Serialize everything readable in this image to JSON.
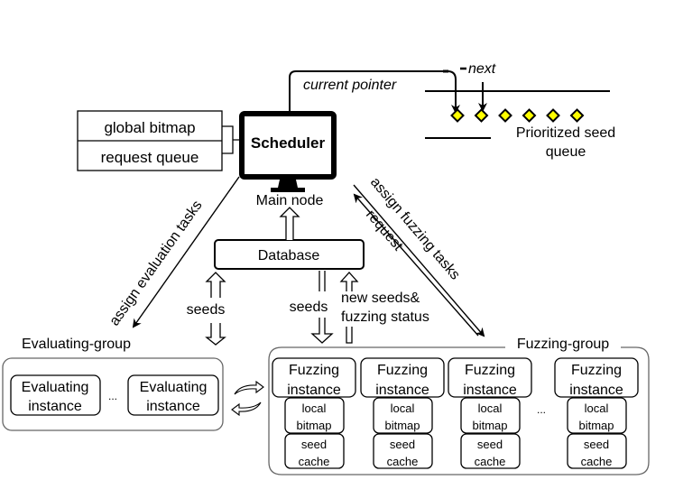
{
  "scheduler": {
    "label": "Scheduler",
    "caption": "Main node",
    "side_boxes": [
      "global bitmap",
      "request queue"
    ]
  },
  "pointer": {
    "current_label": "current pointer",
    "next_label": "next"
  },
  "seed_queue": {
    "label_line1": "Prioritized seed",
    "label_line2": "queue",
    "seed_count": 6,
    "seed_color": "#ffff00"
  },
  "database": {
    "label": "Database"
  },
  "edges": {
    "assign_eval": "assign evaluation tasks",
    "assign_fuzz": "assign fuzzing tasks",
    "request": "request",
    "seeds_left": "seeds",
    "seeds_mid": "seeds",
    "new_seeds_line1": "new seeds&",
    "new_seeds_line2": "fuzzing status"
  },
  "evaluating_group": {
    "title": "Evaluating-group",
    "instances": [
      {
        "line1": "Evaluating",
        "line2": "instance"
      },
      {
        "line1": "Evaluating",
        "line2": "instance"
      }
    ],
    "ellipsis": "..."
  },
  "fuzzing_group": {
    "title": "Fuzzing-group",
    "instances": [
      {
        "line1": "Fuzzing",
        "line2": "instance",
        "bitmap1": "local",
        "bitmap2": "bitmap",
        "cache1": "seed",
        "cache2": "cache"
      },
      {
        "line1": "Fuzzing",
        "line2": "instance",
        "bitmap1": "local",
        "bitmap2": "bitmap",
        "cache1": "seed",
        "cache2": "cache"
      },
      {
        "line1": "Fuzzing",
        "line2": "instance",
        "bitmap1": "local",
        "bitmap2": "bitmap",
        "cache1": "seed",
        "cache2": "cache"
      },
      {
        "line1": "Fuzzing",
        "line2": "instance",
        "bitmap1": "local",
        "bitmap2": "bitmap",
        "cache1": "seed",
        "cache2": "cache"
      }
    ],
    "ellipsis": "..."
  }
}
